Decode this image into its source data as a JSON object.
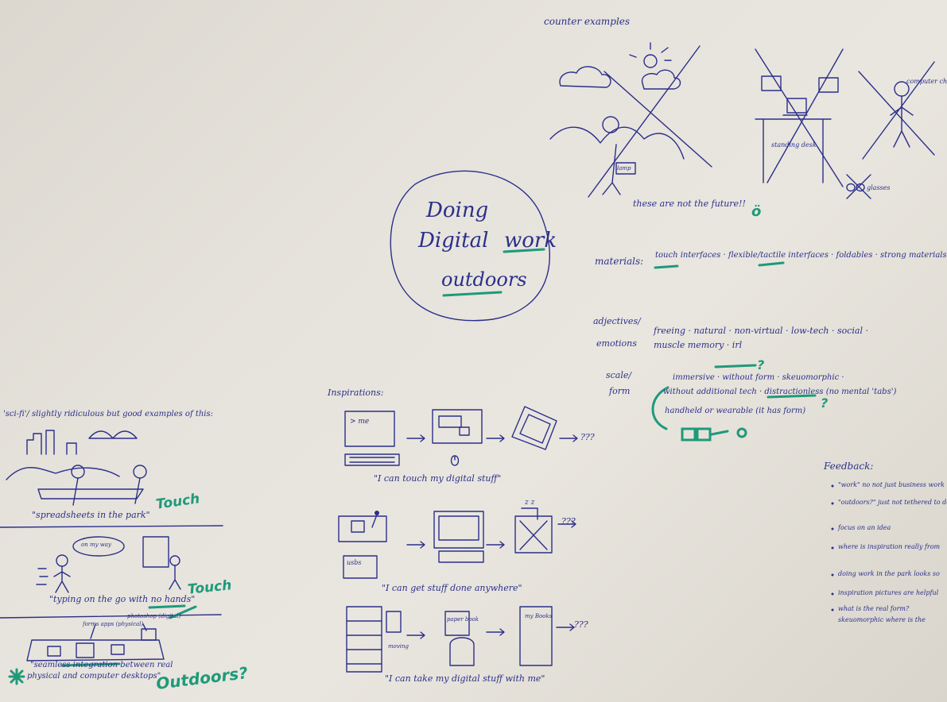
{
  "center": {
    "line1": "Doing",
    "line2": "Digital",
    "line3": "work",
    "line4": "outdoors"
  },
  "counter": {
    "title": "counter examples",
    "lamp": "lamp",
    "standing": "standing desk",
    "computer": "computer chip",
    "glasses": "glasses",
    "caption": "these are not the future!!",
    "face": "ö"
  },
  "materials": {
    "label": "materials:",
    "text": "touch interfaces · flexible/tactile interfaces · foldables · strong materials ·"
  },
  "adjectives": {
    "label1": "adjectives/",
    "label2": "emotions",
    "line1": "freeing · natural · non-virtual · low-tech · social ·",
    "line2": "muscle memory · irl"
  },
  "scale": {
    "label1": "scale/",
    "label2": "form",
    "line1": "immersive · without form · skeuomorphic ·",
    "line2": "without additional tech · distractionless (no mental 'tabs')",
    "line3": "handheld or wearable (it has form)",
    "q1": "?",
    "q2": "?"
  },
  "feedback": {
    "title": "Feedback:",
    "items": [
      "\"work\" no not just business work",
      "\"outdoors?\" just not tethered to desks",
      "focus on an idea",
      "where is inspiration really from",
      "doing work in the park looks so",
      "inspiration pictures are helpful",
      "what is the real form?",
      "skeuomorphic where is the"
    ]
  },
  "inspirations": {
    "title": "Inspirations:",
    "prompt": "> me",
    "qmarks": "???",
    "cap1": "\"I can touch my digital stuff\"",
    "cap2": "\"I can get stuff done anywhere\"",
    "cap3": "\"I can take my digital stuff with me\"",
    "usbs": "usbs",
    "zz": "z z",
    "paperbook": "paper book",
    "ebook": "my Books",
    "moving": "moving"
  },
  "scifi": {
    "title": "'sci-fi'/ slightly ridiculous but good examples of this:",
    "cap1": "\"spreadsheets in the park\"",
    "touch1": "Touch",
    "bubble": "on my way",
    "cap2": "\"typing on the go with no hands\"",
    "touch2": "Touch",
    "tag1": "forms apps (physical)",
    "tag2": "photoshop (digital)",
    "cap3a": "\"seamless integration between real",
    "cap3b": "physical and computer desktops\"",
    "outdoors": "Outdoors?"
  }
}
